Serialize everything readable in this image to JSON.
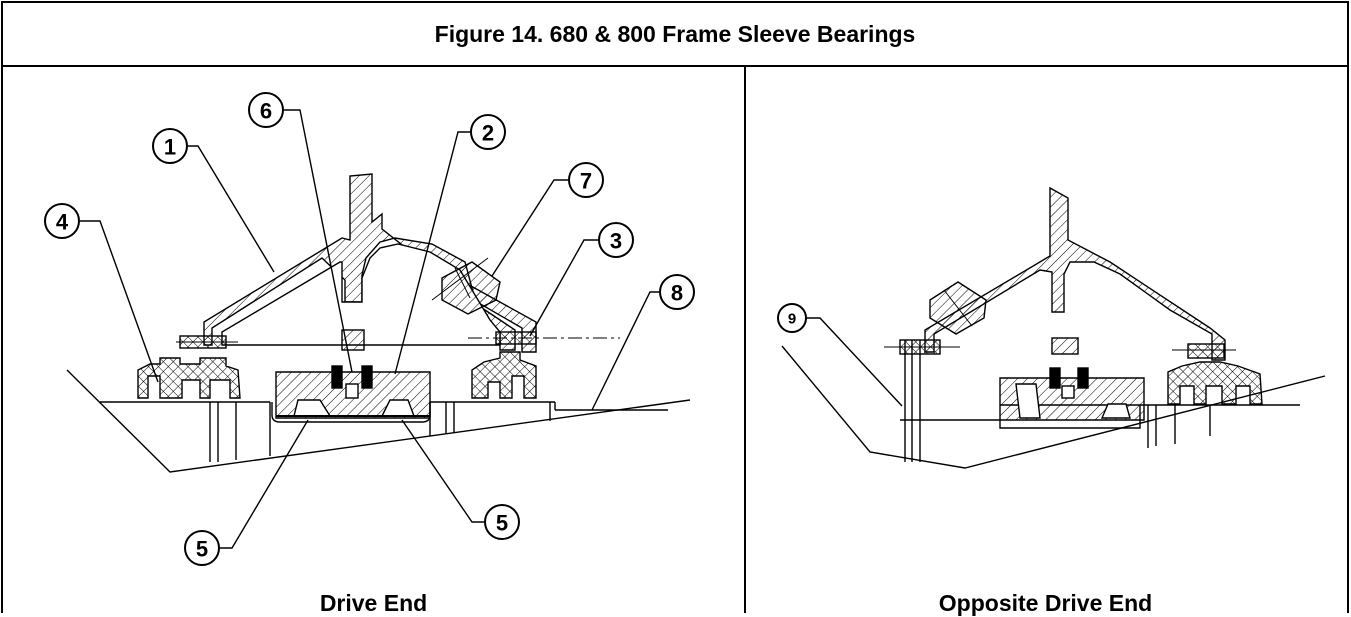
{
  "title": "Figure 14.  680 & 800 Frame Sleeve Bearings",
  "panels": {
    "drive_end": {
      "caption": "Drive End"
    },
    "opposite_drive_end": {
      "caption": "Opposite Drive End"
    }
  },
  "callouts": {
    "c1": "1",
    "c2": "2",
    "c3": "3",
    "c4": "4",
    "c5a": "5",
    "c5b": "5",
    "c6": "6",
    "c7": "7",
    "c8": "8",
    "c9": "9"
  },
  "colors": {
    "line": "#000000",
    "background": "#ffffff"
  }
}
